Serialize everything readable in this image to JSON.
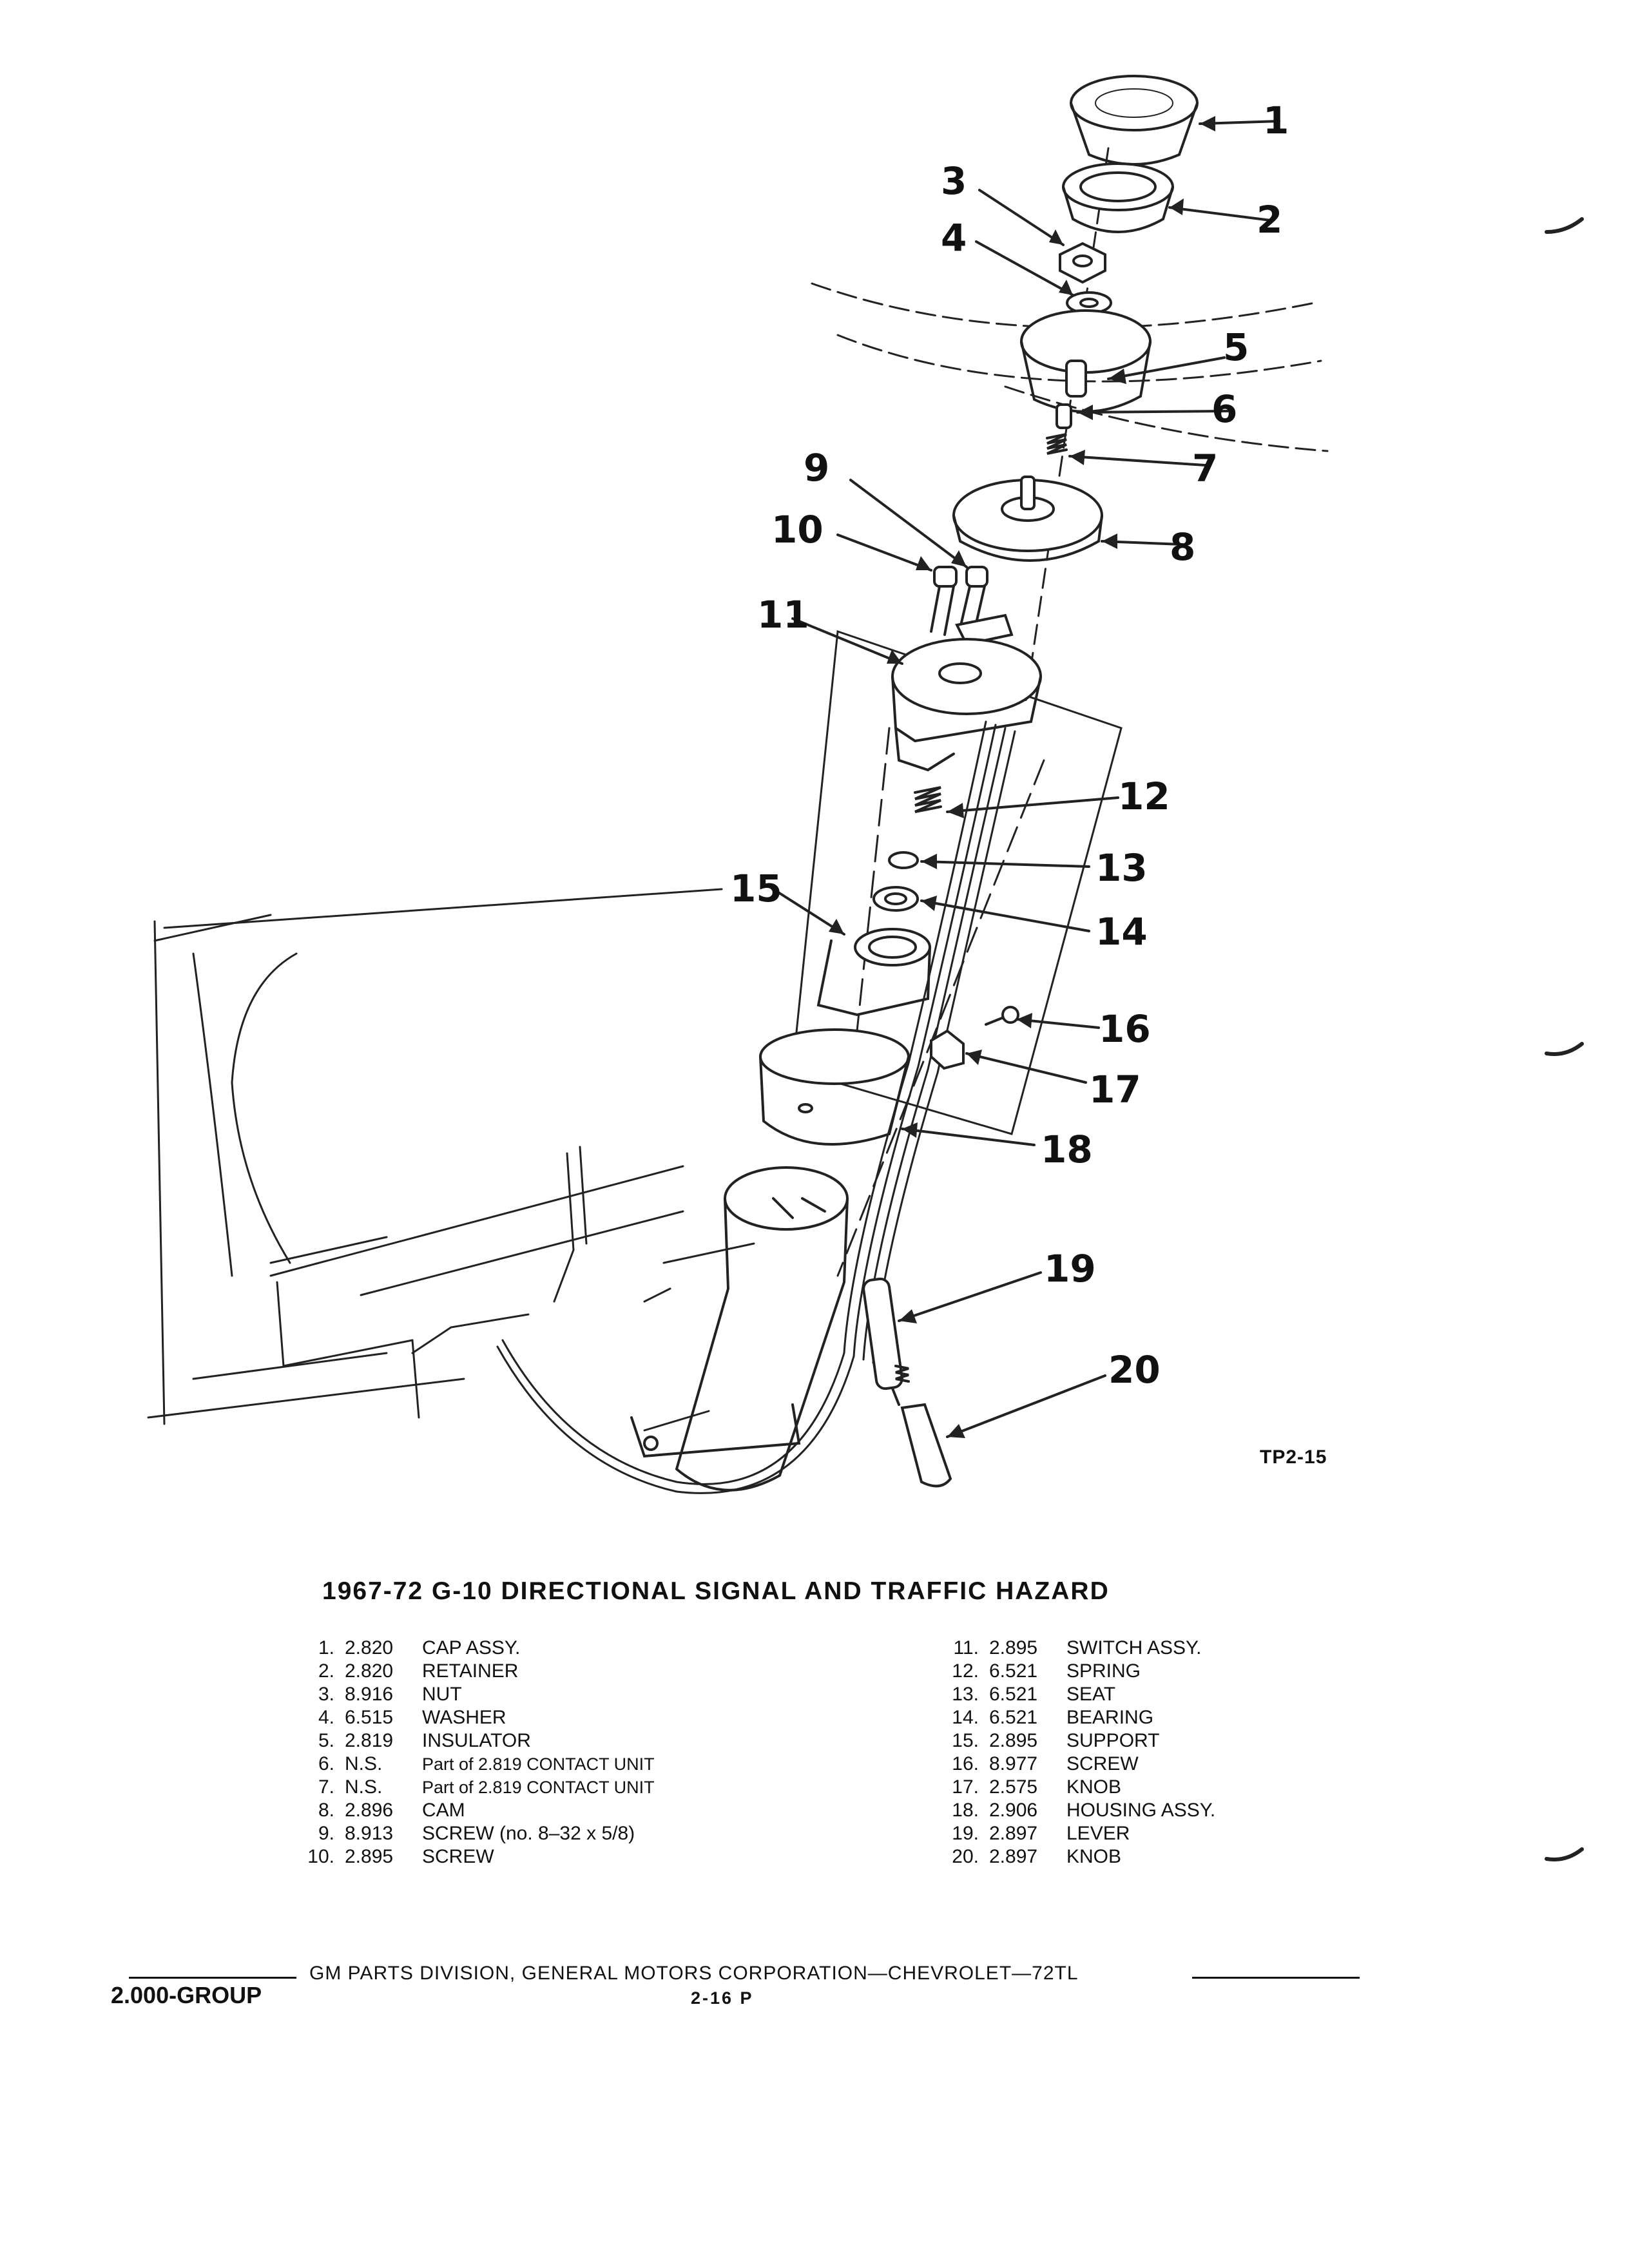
{
  "figure_id": "TP2-15",
  "title": "1967-72 G-10 DIRECTIONAL SIGNAL AND TRAFFIC HAZARD",
  "callouts": [
    "1",
    "2",
    "3",
    "4",
    "5",
    "6",
    "7",
    "8",
    "9",
    "10",
    "11",
    "12",
    "13",
    "14",
    "15",
    "16",
    "17",
    "18",
    "19",
    "20"
  ],
  "parts_left": [
    {
      "num": "1.",
      "code": "2.820",
      "desc": "CAP ASSY."
    },
    {
      "num": "2.",
      "code": "2.820",
      "desc": "RETAINER"
    },
    {
      "num": "3.",
      "code": "8.916",
      "desc": "NUT"
    },
    {
      "num": "4.",
      "code": "6.515",
      "desc": "WASHER"
    },
    {
      "num": "5.",
      "code": "2.819",
      "desc": "INSULATOR"
    },
    {
      "num": "6.",
      "code": "N.S.",
      "desc": "Part of 2.819 CONTACT UNIT"
    },
    {
      "num": "7.",
      "code": "N.S.",
      "desc": "Part of 2.819 CONTACT UNIT"
    },
    {
      "num": "8.",
      "code": "2.896",
      "desc": "CAM"
    },
    {
      "num": "9.",
      "code": "8.913",
      "desc": "SCREW (no. 8–32 x 5/8)"
    },
    {
      "num": "10.",
      "code": "2.895",
      "desc": "SCREW"
    }
  ],
  "parts_right": [
    {
      "num": "11.",
      "code": "2.895",
      "desc": "SWITCH ASSY."
    },
    {
      "num": "12.",
      "code": "6.521",
      "desc": "SPRING"
    },
    {
      "num": "13.",
      "code": "6.521",
      "desc": "SEAT"
    },
    {
      "num": "14.",
      "code": "6.521",
      "desc": "BEARING"
    },
    {
      "num": "15.",
      "code": "2.895",
      "desc": "SUPPORT"
    },
    {
      "num": "16.",
      "code": "8.977",
      "desc": "SCREW"
    },
    {
      "num": "17.",
      "code": "2.575",
      "desc": "KNOB"
    },
    {
      "num": "18.",
      "code": "2.906",
      "desc": "HOUSING ASSY."
    },
    {
      "num": "19.",
      "code": "2.897",
      "desc": "LEVER"
    },
    {
      "num": "20.",
      "code": "2.897",
      "desc": "KNOB"
    }
  ],
  "footer": {
    "text": "GM PARTS DIVISION, GENERAL MOTORS CORPORATION—CHEVROLET—72TL",
    "group": "2.000-GROUP",
    "page": "2-16 P"
  }
}
